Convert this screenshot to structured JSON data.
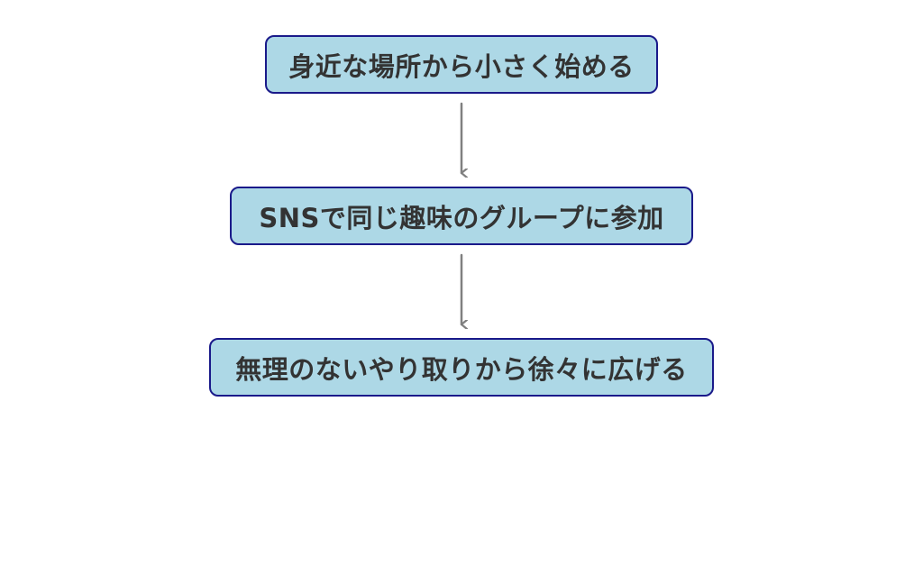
{
  "diagram": {
    "type": "flowchart",
    "direction": "top-to-bottom",
    "colors": {
      "node_fill": "#add8e6",
      "node_border": "#1a1a8a",
      "text": "#333333",
      "arrow": "#808080",
      "background": "#ffffff"
    },
    "nodes": [
      {
        "id": "n1",
        "label": "身近な場所から小さく始める"
      },
      {
        "id": "n2",
        "label": "SNSで同じ趣味のグループに参加"
      },
      {
        "id": "n3",
        "label": "無理のないやり取りから徐々に広げる"
      }
    ],
    "edges": [
      {
        "from": "n1",
        "to": "n2"
      },
      {
        "from": "n2",
        "to": "n3"
      }
    ]
  }
}
